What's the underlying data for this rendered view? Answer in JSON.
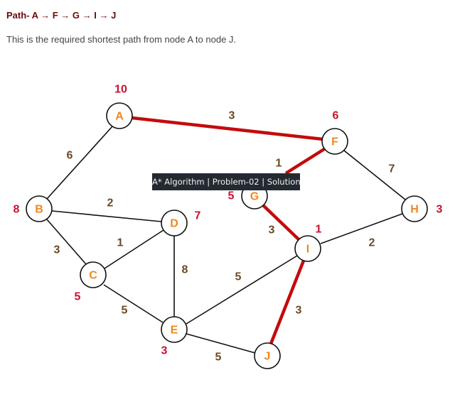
{
  "heading": {
    "path_text": "Path- A → F → G → I → J"
  },
  "description": "This is the required shortest path from node A to node J.",
  "tooltip": "A* Algorithm | Problem-02 | Solution",
  "colors": {
    "highlight_edge": "#c40b0b",
    "node_label": "#f0871e",
    "heuristic": "#c8102e",
    "weight": "#6b4a22",
    "title": "#6b0a0a"
  },
  "graph": {
    "nodes": [
      {
        "id": "A",
        "label": "A",
        "h": "10"
      },
      {
        "id": "B",
        "label": "B",
        "h": "8"
      },
      {
        "id": "C",
        "label": "C",
        "h": "5"
      },
      {
        "id": "D",
        "label": "D",
        "h": "7"
      },
      {
        "id": "E",
        "label": "E",
        "h": "3"
      },
      {
        "id": "F",
        "label": "F",
        "h": "6"
      },
      {
        "id": "G",
        "label": "G",
        "h": "5"
      },
      {
        "id": "H",
        "label": "H",
        "h": "3"
      },
      {
        "id": "I",
        "label": "I",
        "h": "1"
      },
      {
        "id": "J",
        "label": "J",
        "h": ""
      }
    ],
    "edges": [
      {
        "from": "A",
        "to": "F",
        "weight": "3",
        "highlighted": true
      },
      {
        "from": "A",
        "to": "B",
        "weight": "6",
        "highlighted": false
      },
      {
        "from": "F",
        "to": "G",
        "weight": "1",
        "highlighted": true
      },
      {
        "from": "F",
        "to": "H",
        "weight": "7",
        "highlighted": false
      },
      {
        "from": "B",
        "to": "D",
        "weight": "2",
        "highlighted": false
      },
      {
        "from": "B",
        "to": "C",
        "weight": "3",
        "highlighted": false
      },
      {
        "from": "C",
        "to": "D",
        "weight": "1",
        "highlighted": false
      },
      {
        "from": "D",
        "to": "E",
        "weight": "8",
        "highlighted": false
      },
      {
        "from": "C",
        "to": "E",
        "weight": "5",
        "highlighted": false
      },
      {
        "from": "G",
        "to": "I",
        "weight": "3",
        "highlighted": true
      },
      {
        "from": "I",
        "to": "H",
        "weight": "2",
        "highlighted": false
      },
      {
        "from": "E",
        "to": "I",
        "weight": "5",
        "highlighted": false
      },
      {
        "from": "I",
        "to": "J",
        "weight": "3",
        "highlighted": true
      },
      {
        "from": "E",
        "to": "J",
        "weight": "5",
        "highlighted": false
      }
    ]
  }
}
